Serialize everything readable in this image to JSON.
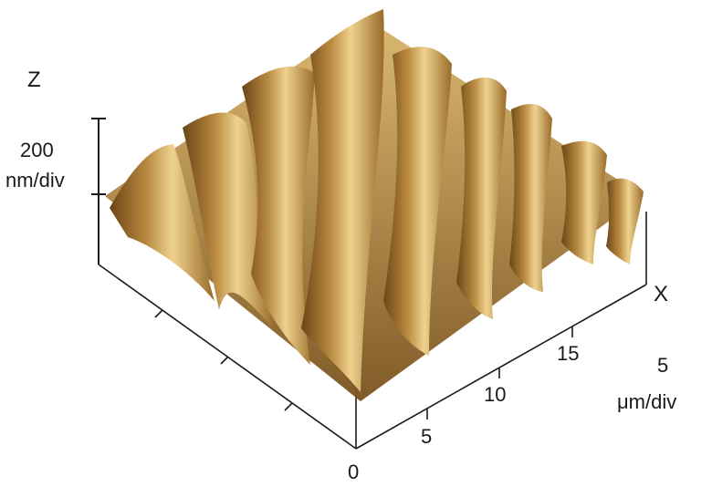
{
  "figure": {
    "z_axis": {
      "label": "Z",
      "scale_value": "200",
      "scale_unit": "nm/div"
    },
    "x_axis": {
      "label": "X",
      "scale_value": "5",
      "scale_unit": "μm/div"
    },
    "x_ticks": [
      "0",
      "5",
      "10",
      "15"
    ]
  },
  "colors": {
    "surface_light": "#f4dfa0",
    "surface_mid": "#c9a052",
    "surface_dark": "#5a3a12",
    "axis": "#1a1a1a"
  }
}
